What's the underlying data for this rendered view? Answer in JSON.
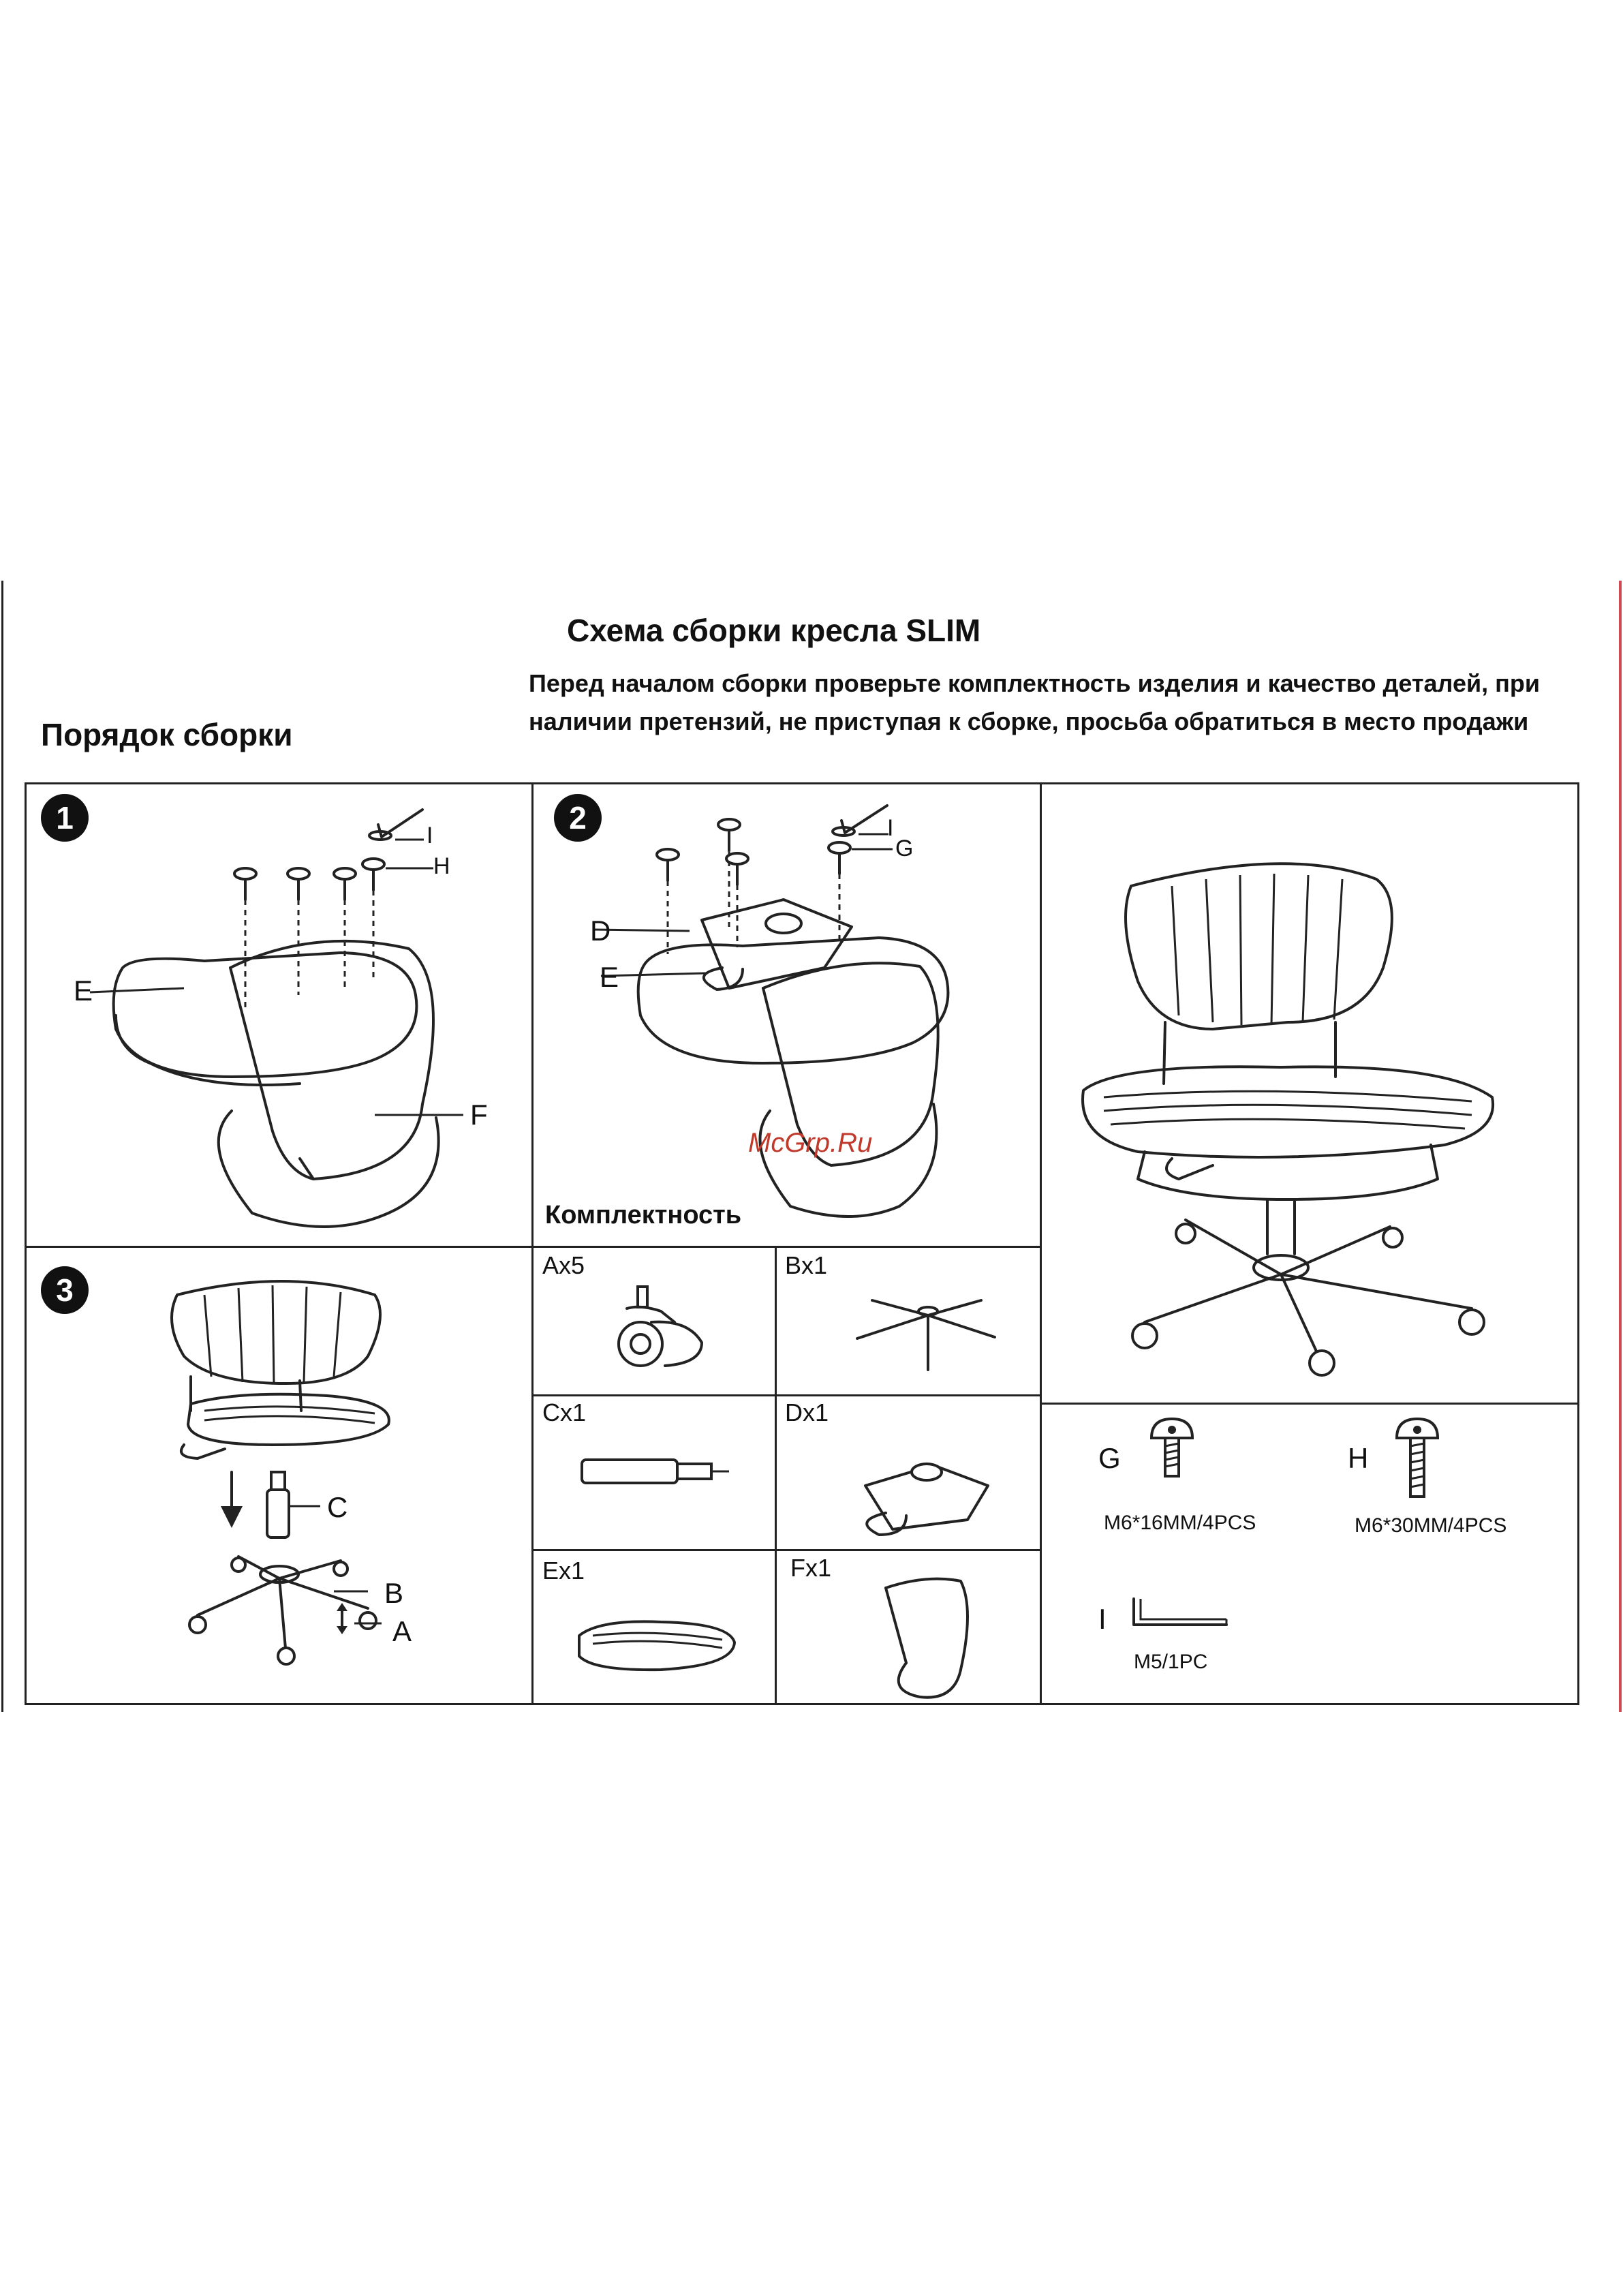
{
  "title": "Схема сборки кресла SLIM",
  "intro": "Перед началом сборки проверьте комплектность изделия и качество деталей, при наличии претензий, не приступая к сборке, просьба обратиться в место продажи",
  "order_heading": "Порядок сборки",
  "steps": [
    {
      "number": "1",
      "labels": {
        "I": "I",
        "H": "H",
        "E": "E",
        "F": "F"
      }
    },
    {
      "number": "2",
      "labels": {
        "I": "I",
        "G": "G",
        "D": "D",
        "E": "E"
      }
    },
    {
      "number": "3",
      "labels": {
        "C": "C",
        "B": "B",
        "A": "A"
      }
    }
  ],
  "kit_heading": "Комплектность",
  "kit_items": [
    {
      "label": "Ax5",
      "icon": "caster-wheel-icon"
    },
    {
      "label": "Bx1",
      "icon": "five-star-base-icon"
    },
    {
      "label": "Cx1",
      "icon": "gas-lift-icon"
    },
    {
      "label": "Dx1",
      "icon": "tilt-mechanism-icon"
    },
    {
      "label": "Ex1",
      "icon": "seat-cushion-icon"
    },
    {
      "label": "Fx1",
      "icon": "backrest-frame-icon"
    }
  ],
  "hardware": [
    {
      "letter": "G",
      "spec": "M6*16MM/4PCS",
      "icon": "bolt-short-icon"
    },
    {
      "letter": "H",
      "spec": "M6*30MM/4PCS",
      "icon": "bolt-long-icon"
    },
    {
      "letter": "I",
      "spec": "M5/1PC",
      "icon": "hex-key-icon"
    }
  ],
  "watermark": "McGrp.Ru",
  "colors": {
    "ink": "#222222",
    "watermark": "#c0392b",
    "edge_accent": "#d04a55"
  }
}
